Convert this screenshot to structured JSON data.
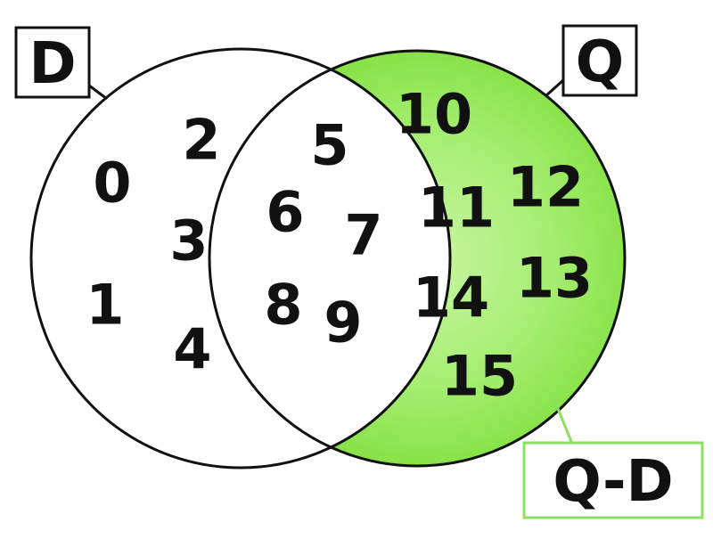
{
  "sets": {
    "left": {
      "label": "D",
      "only_elements": [
        "0",
        "1",
        "2",
        "3",
        "4"
      ]
    },
    "right": {
      "label": "Q",
      "only_elements": [
        "10",
        "11",
        "12",
        "13",
        "14",
        "15"
      ]
    },
    "intersection": {
      "elements": [
        "5",
        "6",
        "7",
        "8",
        "9"
      ]
    },
    "highlight": {
      "label": "Q-D"
    }
  },
  "colors": {
    "highlight_fill": "#8ee44a",
    "highlight_light": "#c9f5a4",
    "highlight_border": "#8be060",
    "stroke": "#111111",
    "text": "#111111"
  }
}
